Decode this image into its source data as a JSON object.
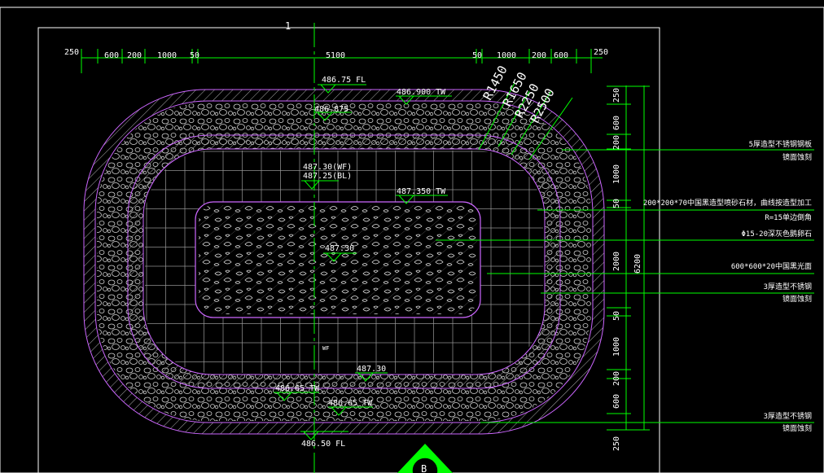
{
  "view_label": "1",
  "section_marker": "B",
  "top_dims": [
    "250",
    "600",
    "200",
    "1000",
    "50",
    "5100",
    "50",
    "1000",
    "200",
    "600",
    "250"
  ],
  "right_dims": [
    "250",
    "600",
    "200",
    "1000",
    "50",
    "2000",
    "50",
    "1000",
    "200",
    "600",
    "250"
  ],
  "overall_dim": "6200",
  "radii": [
    "R1450",
    "R1650",
    "R2250",
    "R2500"
  ],
  "elevations": {
    "fl_top": "486.75 FL",
    "tw_top": "486.900 TW",
    "top_inner": "486.875",
    "wf": "487.30(WF)",
    "bl": "487.25(BL)",
    "tw_mid": "487.350 TW",
    "center": "487.30",
    "wf_small": "WF",
    "bottom_mid": "487.30",
    "tw_bottom_left": "486.65 TW",
    "tw_bottom_center": "486.65 TW",
    "fl_bottom": "486.50 FL"
  },
  "annotations": [
    "5厚造型不锈钢钢板",
    "镜面蚀刻",
    "200*200*70中国黑造型喷砂石材，曲线按造型加工",
    "R=15单边倒角",
    "Φ15-20深灰色鹅卵石",
    "600*600*20中国黑光面",
    "3厚造型不锈钢",
    "镜面蚀刻",
    "3厚造型不锈钢",
    "镜面蚀刻"
  ],
  "colors": {
    "background": "#000000",
    "text": "#ffffff",
    "dimension": "#00ff00",
    "outline": "#cc66ff",
    "hatch": "#bbbbbb",
    "grid": "#aaaaaa"
  }
}
